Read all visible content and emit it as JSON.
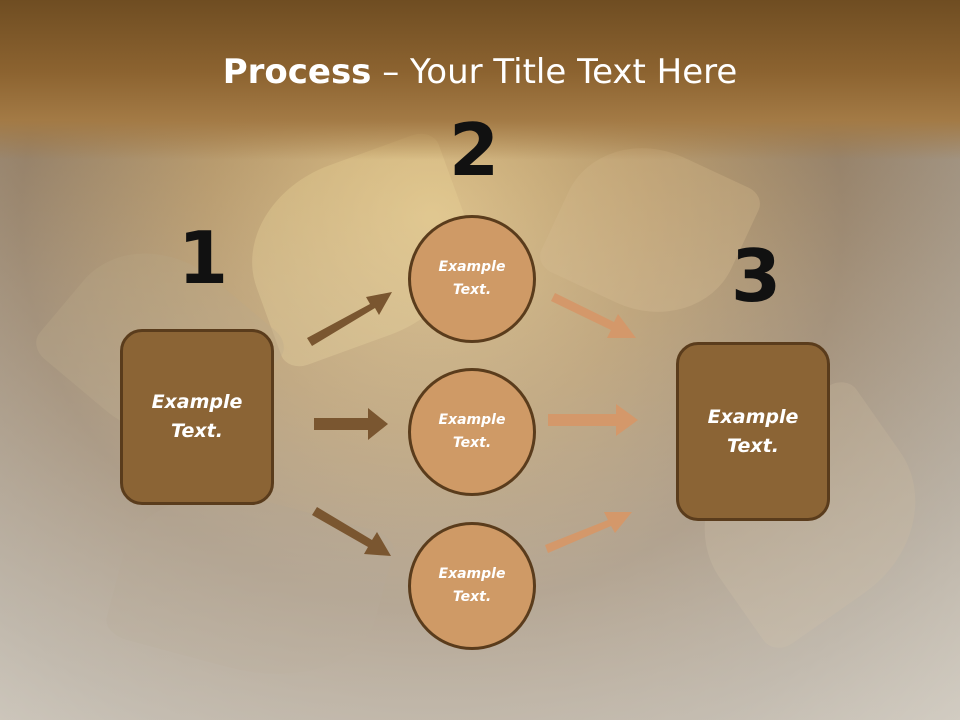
{
  "title": {
    "bold": "Process",
    "rest": " – Your Title Text Here"
  },
  "steps": {
    "one": "1",
    "two": "2",
    "three": "3"
  },
  "boxes": {
    "left": "Example Text.",
    "right": "Example Text."
  },
  "circles": {
    "top": "Example Text.",
    "middle": "Example Text.",
    "bottom": "Example Text."
  },
  "colors": {
    "box_fill": "#8b6435",
    "circle_fill": "#cf9a66",
    "arrow_dark": "#7a5630",
    "arrow_light": "#d4986a",
    "outline": "#5a3c1c"
  }
}
